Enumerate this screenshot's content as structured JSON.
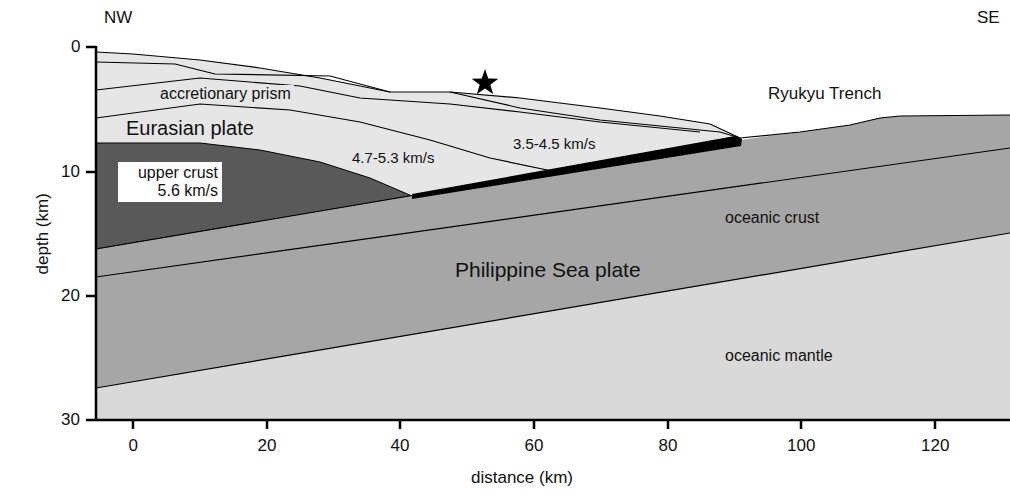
{
  "diagram": {
    "labels": [
      "NW",
      "SE",
      "accretionary prism",
      "Ryukyu Trench",
      "Eurasian plate",
      "upper crust 5.6 km/s",
      "4.7-5.3 km/s",
      "3.5-4.5 km/s",
      "oceanic crust",
      "Philippine Sea plate",
      "oceanic mantle",
      "0",
      "10",
      "20",
      "30",
      "depth (km)",
      "0",
      "20",
      "40",
      "60",
      "80",
      "100",
      "120",
      "distance (km)"
    ]
  }
}
